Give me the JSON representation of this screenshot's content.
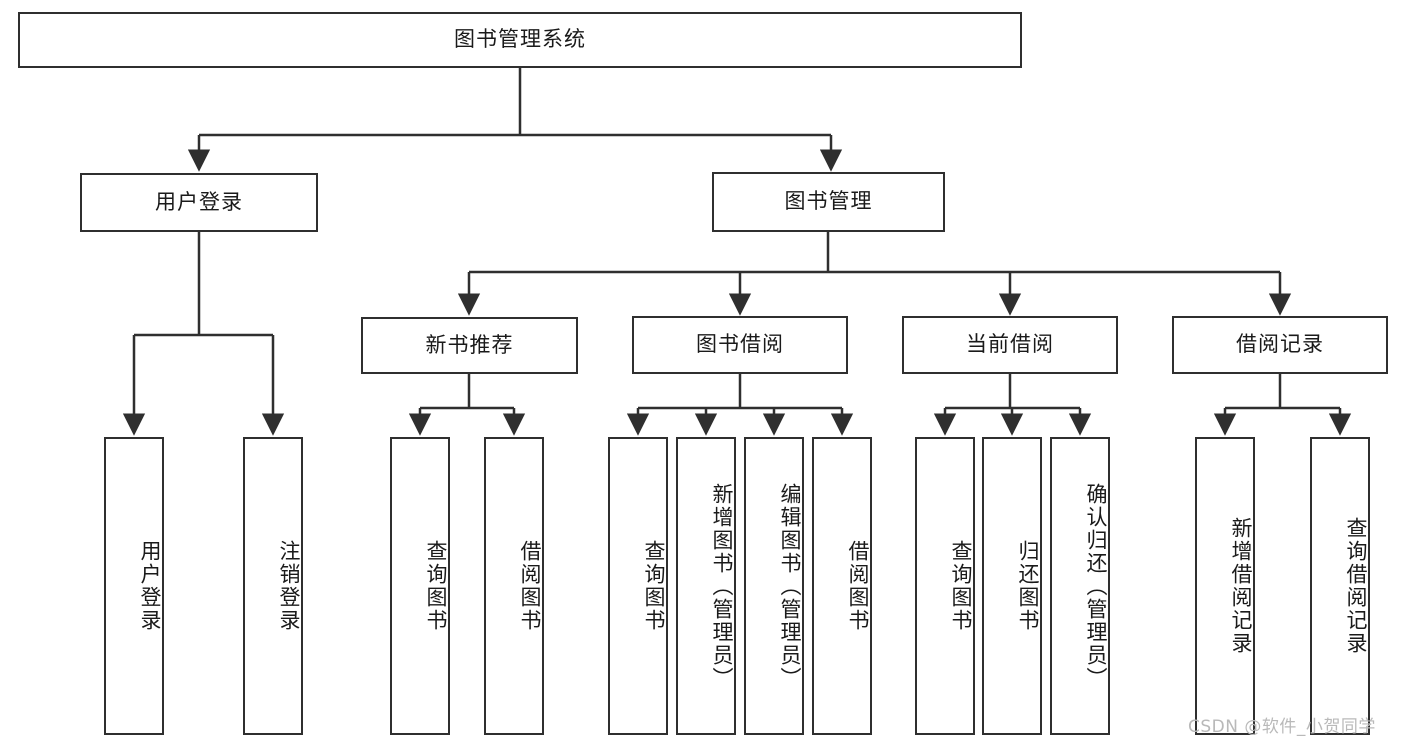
{
  "diagram": {
    "type": "tree",
    "title": "图书管理系统",
    "orientation": "top-down",
    "background_color": "#ffffff",
    "line_color": "#2f2f2f",
    "box_border_color": "#2f2f2f",
    "box_fill_color": "#ffffff",
    "text_color": "#1a1a1a"
  },
  "root": {
    "label": "图书管理系统"
  },
  "level1": [
    {
      "label": "用户登录"
    },
    {
      "label": "图书管理"
    }
  ],
  "level2": [
    {
      "label": "新书推荐"
    },
    {
      "label": "图书借阅"
    },
    {
      "label": "当前借阅"
    },
    {
      "label": "借阅记录"
    }
  ],
  "leaves": {
    "user_login": [
      {
        "label": "用户登录"
      },
      {
        "label": "注销登录"
      }
    ],
    "new_book_recommend": [
      {
        "label": "查询图书"
      },
      {
        "label": "借阅图书"
      }
    ],
    "book_borrow": [
      {
        "label": "查询图书"
      },
      {
        "label": "新增图书（管理员）"
      },
      {
        "label": "编辑图书（管理员）"
      },
      {
        "label": "借阅图书"
      }
    ],
    "current_borrow": [
      {
        "label": "查询图书"
      },
      {
        "label": "归还图书"
      },
      {
        "label": "确认归还（管理员）"
      }
    ],
    "borrow_record": [
      {
        "label": "新增借阅记录"
      },
      {
        "label": "查询借阅记录"
      }
    ]
  },
  "watermark": {
    "text": "CSDN @软件_小贺同学"
  }
}
